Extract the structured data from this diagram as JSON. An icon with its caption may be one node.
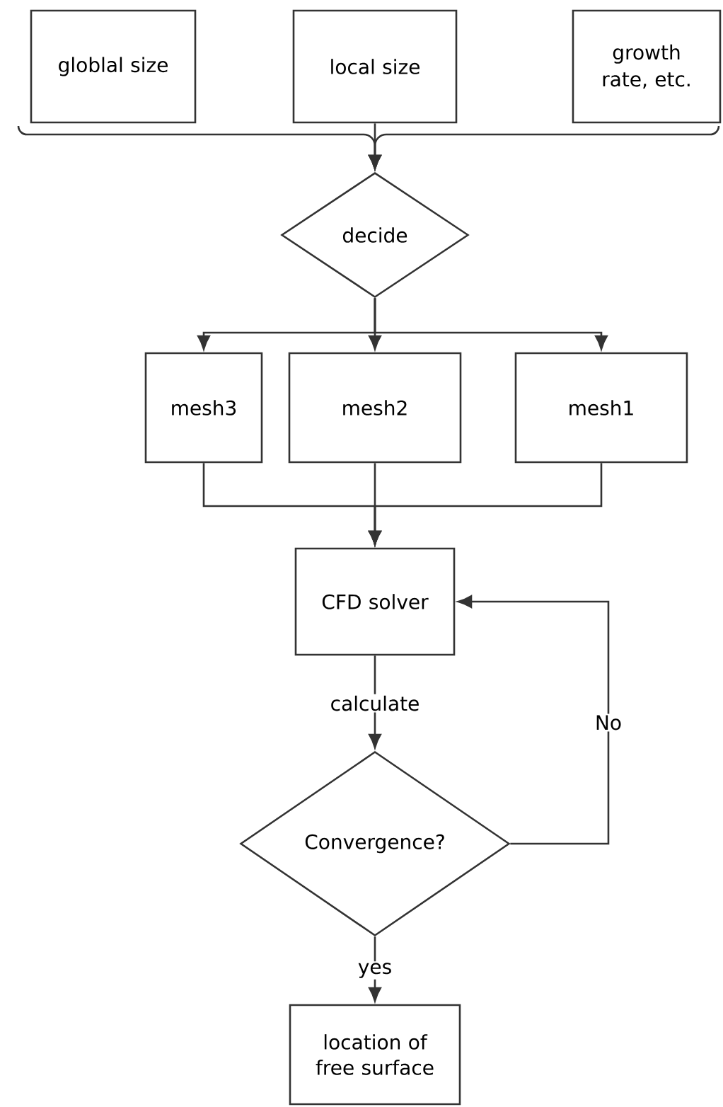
{
  "diagram": {
    "nodes": [
      {
        "text": [
          "globlal size"
        ]
      },
      {
        "text": [
          "local size"
        ]
      },
      {
        "text": [
          "growth rate, etc."
        ]
      },
      {
        "text": [
          "decide"
        ]
      },
      {
        "text": [
          "mesh3"
        ]
      },
      {
        "text": [
          "mesh2"
        ]
      },
      {
        "text": [
          "mesh1"
        ]
      },
      {
        "text": [
          "CFD solver"
        ]
      },
      {
        "text": [
          "Convergence?"
        ]
      },
      {
        "text": [
          "location of free surface"
        ]
      }
    ],
    "edges": [
      {
        "from": 0,
        "to": 3,
        "arrow": "to"
      },
      {
        "from": 1,
        "to": 3,
        "arrow": "to"
      },
      {
        "from": 2,
        "to": 3,
        "arrow": "to"
      },
      {
        "from": 3,
        "to": 4,
        "arrow": "to"
      },
      {
        "from": 3,
        "to": 5,
        "arrow": "to"
      },
      {
        "from": 3,
        "to": 6,
        "arrow": "to"
      },
      {
        "from": 4,
        "to": 7,
        "arrow": "to"
      },
      {
        "from": 5,
        "to": 7,
        "arrow": "to"
      },
      {
        "from": 6,
        "to": 7,
        "arrow": "to"
      },
      {
        "from": 7,
        "to": 8,
        "arrow": "to",
        "label": "calculate"
      },
      {
        "from": 8,
        "to": 7,
        "arrow": "to",
        "label": "No"
      },
      {
        "from": 8,
        "to": 9,
        "arrow": "to",
        "label": "yes"
      }
    ]
  }
}
